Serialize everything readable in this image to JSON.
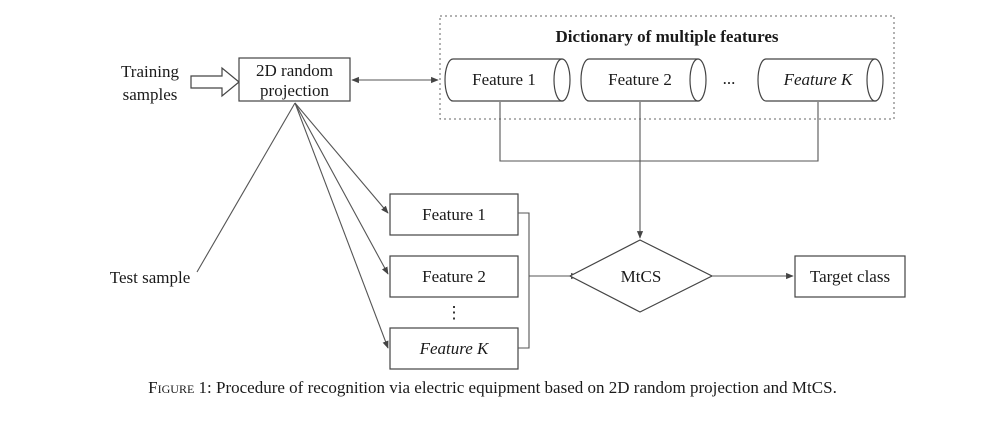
{
  "inputs": {
    "training_line1": "Training",
    "training_line2": "samples",
    "test": "Test sample"
  },
  "projection": {
    "line1": "2D random",
    "line2": "projection"
  },
  "dictionary": {
    "title": "Dictionary of multiple features",
    "features": [
      "Feature 1",
      "Feature 2",
      "Feature K"
    ],
    "ellipsis": "..."
  },
  "test_features": [
    "Feature 1",
    "Feature 2",
    "Feature K"
  ],
  "test_ellipsis": "⋮",
  "decision": "MtCS",
  "output": "Target class",
  "caption": {
    "prefix": "Figure 1",
    "text": ": Procedure of recognition via electric equipment based on 2D random projection and MtCS."
  }
}
